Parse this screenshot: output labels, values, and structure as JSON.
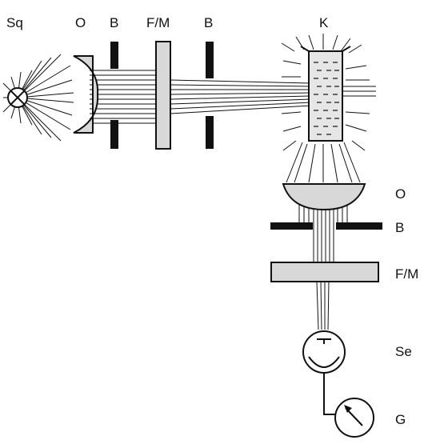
{
  "labels": {
    "sq": "Sq",
    "o_top": "O",
    "b_left": "B",
    "fm_top": "F/M",
    "b_right": "B",
    "k": "K",
    "o_bottom": "O",
    "b_bottom": "B",
    "fm_bottom": "F/M",
    "se": "Se",
    "g": "G"
  },
  "colors": {
    "stroke": "#111111",
    "fill_light": "#d8d8d8",
    "cuvette_fill": "#e6e6e6",
    "background": "#ffffff"
  }
}
